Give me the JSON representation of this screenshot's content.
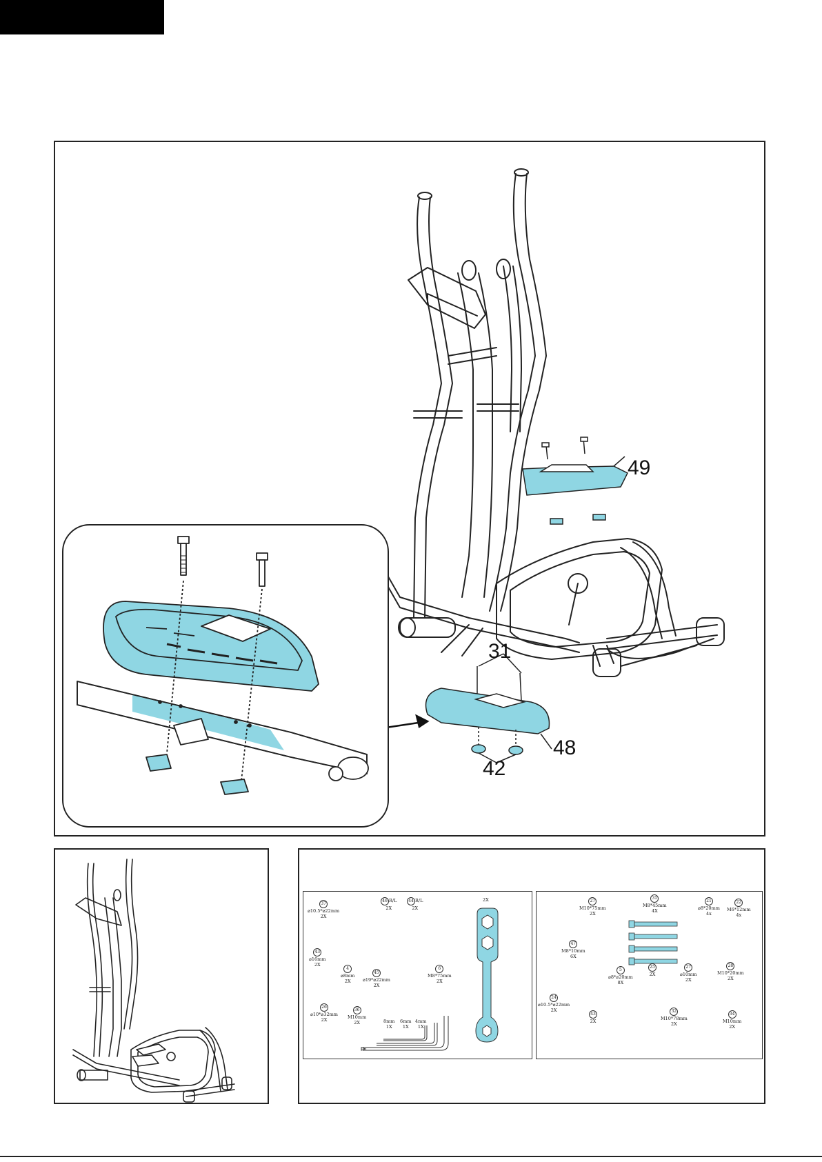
{
  "step_tab": {
    "color": "#000000"
  },
  "accent_color": "#8fd6e3",
  "callouts": {
    "part_49": "49",
    "part_31": "31",
    "part_42": "42",
    "part_48": "48"
  },
  "hardware_left": [
    {
      "num": "37",
      "size": "⌀10.5*⌀22mm",
      "qty": "2X"
    },
    {
      "num": "46",
      "size": "R/L",
      "qty": "2X"
    },
    {
      "num": "44",
      "size": "R/L",
      "qty": "2X"
    },
    {
      "num": "43",
      "size": "⌀16mm",
      "qty": "2X"
    },
    {
      "num": "4",
      "size": "⌀8mm",
      "qty": "2X"
    },
    {
      "num": "45",
      "size": "⌀19*⌀22mm",
      "qty": "2X"
    },
    {
      "num": "6",
      "size": "M8*75mm",
      "qty": "2X"
    },
    {
      "num": "26",
      "size": "⌀10*⌀32mm",
      "qty": "2X"
    },
    {
      "num": "36",
      "size": "M10mm",
      "qty": "2X"
    }
  ],
  "wrench_qty": "2X",
  "allen_keys": [
    {
      "size": "8mm",
      "qty": "1X"
    },
    {
      "size": "6mm",
      "qty": "1X"
    },
    {
      "size": "4mm",
      "qty": "1X"
    }
  ],
  "hardware_right": [
    {
      "num": "27",
      "size": "M10*75mm",
      "qty": "2X"
    },
    {
      "num": "31",
      "size": "M8*45mm",
      "qty": "4X"
    },
    {
      "num": "21",
      "size": "⌀8*20mm",
      "qty": "4x"
    },
    {
      "num": "22",
      "size": "M6*12mm",
      "qty": "4x"
    },
    {
      "num": "47",
      "size": "M8*10mm",
      "qty": "6X"
    },
    {
      "num": "5",
      "size": "⌀8*⌀20mm",
      "qty": "8X"
    },
    {
      "num": "25",
      "size": "",
      "qty": "2X"
    },
    {
      "num": "27",
      "size": "⌀10mm",
      "qty": "2X"
    },
    {
      "num": "28",
      "size": "M10*20mm",
      "qty": "2X"
    },
    {
      "num": "24",
      "size": "⌀10.5*⌀22mm",
      "qty": "2X"
    },
    {
      "num": "43",
      "size": "",
      "qty": "2X"
    },
    {
      "num": "32",
      "size": "M10*78mm",
      "qty": "2X"
    },
    {
      "num": "34",
      "size": "M10mm",
      "qty": "2X"
    }
  ]
}
